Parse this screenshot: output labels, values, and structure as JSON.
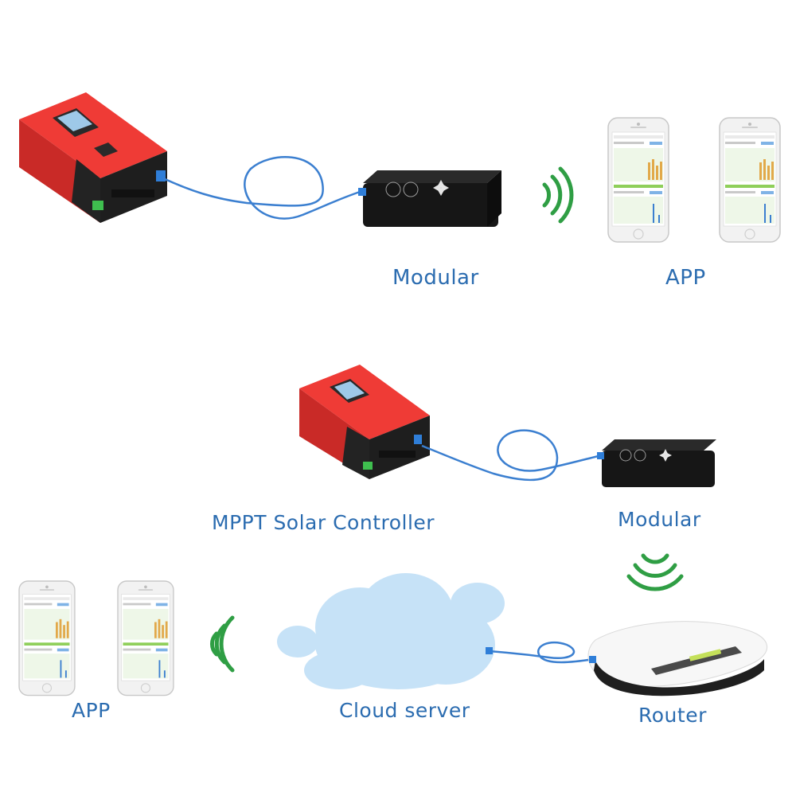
{
  "colors": {
    "label_blue": "#2b6cb0",
    "cable_blue": "#3b7fd0",
    "signal_green": "#2f9e44",
    "controller_red": "#e0322f",
    "controller_black": "#1c1c1c",
    "cloud_blue": "#c6e2f7",
    "router_white": "#f5f5f5"
  },
  "labels": {
    "modular_top": "Modular",
    "app_top": "APP",
    "mppt": "MPPT Solar Controller",
    "modular_mid": "Modular",
    "app_bottom": "APP",
    "cloud": "Cloud server",
    "router": "Router"
  },
  "icons": {
    "controller": "solar-controller-device",
    "module": "wifi-module-device",
    "phone": "smartphone-app",
    "cloud": "cloud-icon",
    "router": "router-device",
    "signal": "wireless-signal-icon"
  }
}
